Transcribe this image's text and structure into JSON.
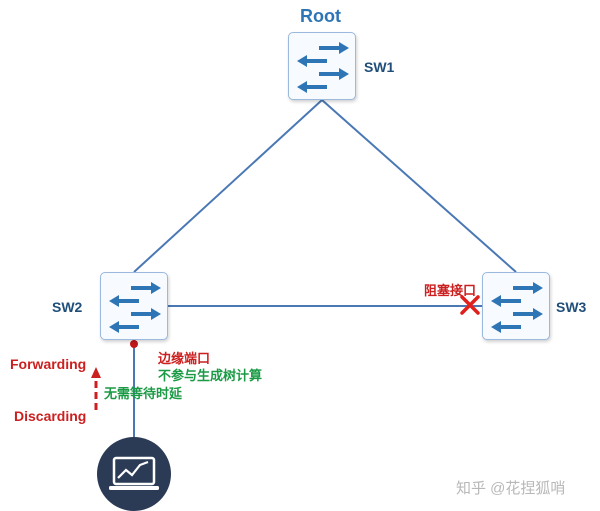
{
  "root_label": "Root",
  "switches": {
    "sw1": "SW1",
    "sw2": "SW2",
    "sw3": "SW3"
  },
  "blocked_port_label": "阻塞接口",
  "edge_port_label": "边缘端口",
  "edge_port_note": "不参与生成树计算",
  "state_forwarding": "Forwarding",
  "state_discarding": "Discarding",
  "transition_note": "无需等待时延",
  "watermark": "知乎 @花捏狐哨",
  "colors": {
    "link": "#4a78b5",
    "arrow": "#2e75b6",
    "red": "#cc1f1f",
    "green": "#1b9a46",
    "host": "#2b3a55"
  },
  "icons": {
    "switch": "switch-arrows-icon",
    "host": "monitor-chart-icon",
    "blocked": "cross-icon",
    "port": "port-dot-icon"
  }
}
